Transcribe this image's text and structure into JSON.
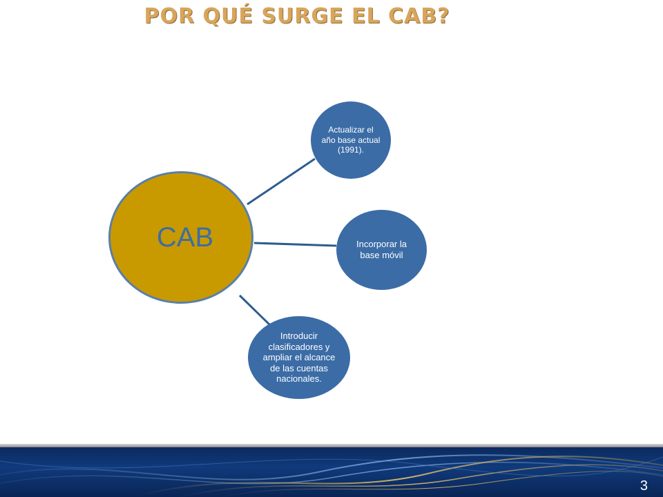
{
  "slide": {
    "title": "POR QUÉ SURGE EL CAB?",
    "page_number": "3"
  },
  "diagram": {
    "center": {
      "label": "CAB"
    },
    "nodes": [
      {
        "label": "Actualizar el año base actual (1991)."
      },
      {
        "label": "Incorporar la base móvil"
      },
      {
        "label": "Introducir clasificadores y ampliar el alcance de las cuentas nacionales."
      }
    ]
  },
  "colors": {
    "title": "#d8a55a",
    "center_fill": "#c99a00",
    "center_text": "#3d6ea3",
    "node_fill": "#3b6ca6",
    "connector": "#2f5c8f",
    "footer": "#0b2a5e"
  }
}
